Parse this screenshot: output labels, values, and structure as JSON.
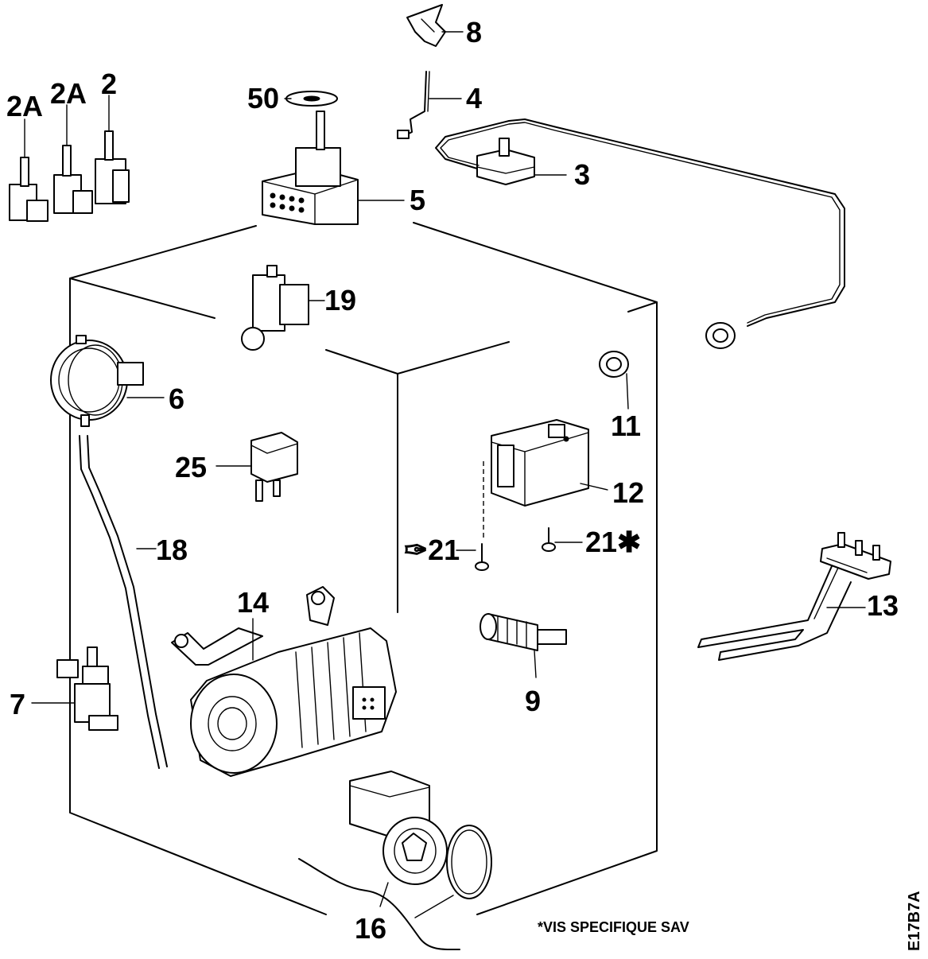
{
  "diagram": {
    "labels": {
      "p2a_left": "2A",
      "p2a_mid": "2A",
      "p2": "2",
      "p50": "50",
      "p8": "8",
      "p4": "4",
      "p3": "3",
      "p5": "5",
      "p19": "19",
      "p6": "6",
      "p11": "11",
      "p25": "25",
      "p12": "12",
      "p21_left": "✑21",
      "p21_right": "21✱",
      "p18": "18",
      "p14": "14",
      "p13": "13",
      "p9": "9",
      "p7": "7",
      "p16": "16"
    },
    "footnote": "*VIS SPECIFIQUE SAV",
    "code": "E17B7A"
  }
}
